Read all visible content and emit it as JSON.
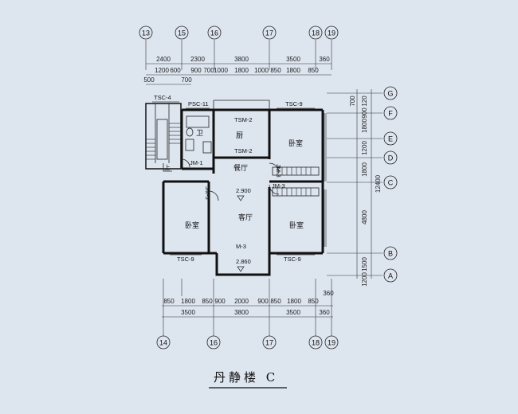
{
  "axes": {
    "top": [
      "13",
      "15",
      "16",
      "17",
      "18",
      "19"
    ],
    "bottom": [
      "14",
      "16",
      "17",
      "18",
      "19"
    ],
    "right": [
      "G",
      "F",
      "E",
      "D",
      "C",
      "B",
      "A"
    ]
  },
  "dims": {
    "top_row1": [
      "2400",
      "2300",
      "3800",
      "3500",
      "360"
    ],
    "top_row2": [
      "1200",
      "600",
      "900",
      "700",
      "1000",
      "1800",
      "1000",
      "850",
      "1800",
      "850"
    ],
    "top_row3": [
      "500",
      "700"
    ],
    "bottom_row1": [
      "850",
      "1800",
      "850",
      "900",
      "2000",
      "900",
      "850",
      "1800",
      "850"
    ],
    "bottom_row2": [
      "3500",
      "3800",
      "3500",
      "360"
    ],
    "bottom_extra": "360",
    "right_col1": [
      "700",
      "900",
      "1800",
      "1200",
      "1800",
      "4800",
      "1500",
      "120"
    ],
    "right_col1_b": [
      "120",
      "1200"
    ],
    "right_total": "12400"
  },
  "labels": {
    "tsc4": "TSC-4",
    "psc11": "PSC-11",
    "tsc9_top": "TSC-9",
    "tsm2_a": "TSM-2",
    "tsm2_b": "TSM-2",
    "jm1": "JM-1",
    "jm3_a": "JM-3",
    "jm3_b": "JM-3",
    "jm3_c": "JM-3",
    "m3": "M-3",
    "elev1": "2.900",
    "elev2": "2.860",
    "tsc9_bl": "TSC-9",
    "tsc9_br": "TSC-9",
    "up": "上"
  },
  "rooms": {
    "bath": "卫",
    "kitchen": "厨",
    "bedroom_ne": "卧室",
    "dining": "餐厅",
    "bedroom_sw": "卧室",
    "living": "客厅",
    "bedroom_se": "卧室"
  },
  "title": "丹静楼 C"
}
